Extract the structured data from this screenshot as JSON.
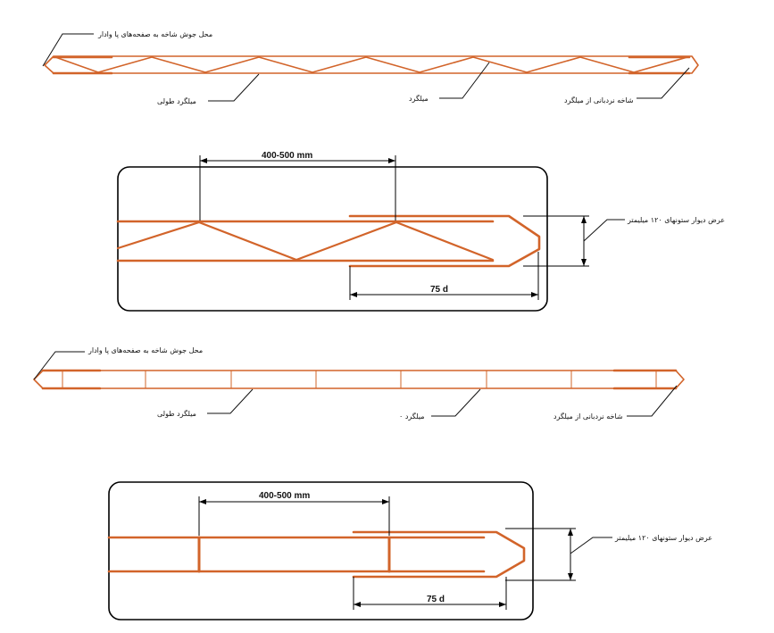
{
  "truss_strip": {
    "labels": {
      "end_weld": "محل جوش شاخه به صفحه‌های پا وادار",
      "longitudinal_bar": "میلگرد طولی",
      "rebar": "میلگرد",
      "ladder_branch": "شاخه نردبانی از میلگرد"
    }
  },
  "truss_detail": {
    "spacing": "400-500 mm",
    "lap": "75 d",
    "wall_width": "عرض دیوار ستونهای ۱۲۰ میلیمتر"
  },
  "ladder_strip": {
    "labels": {
      "end_weld": "محل جوش شاخه به صفحه‌های پا وادار",
      "longitudinal_bar": "میلگرد طولی",
      "rebar": "میلگرد ۰",
      "ladder_branch": "شاخه نردبانی از میلگرد"
    }
  },
  "ladder_detail": {
    "spacing": "400-500 mm",
    "lap": "75 d",
    "wall_width": "عرض دیوار ستونهای ۱۲۰ میلیمتر"
  }
}
